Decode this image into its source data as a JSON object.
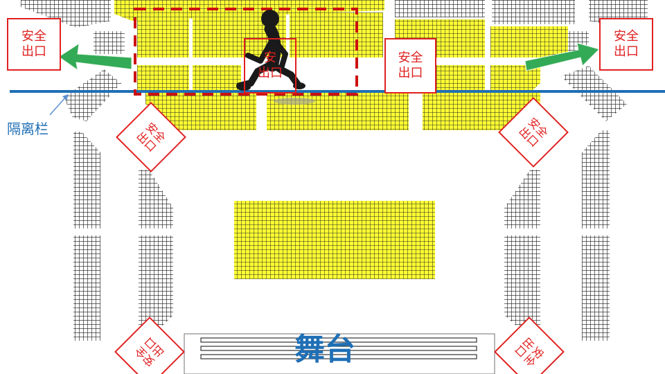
{
  "barrier_label": "隔离栏",
  "stage_label": "舞台",
  "exits": [
    {
      "id": "top-left",
      "label": "安全\n出口"
    },
    {
      "id": "top-right",
      "label": "安全\n出口"
    },
    {
      "id": "upper-center",
      "label": "安全\n出口"
    },
    {
      "id": "upper-center-partial",
      "label": "安\n出口"
    },
    {
      "id": "mid-left",
      "label": "安全\n出口"
    },
    {
      "id": "mid-right",
      "label": "安全\n出口"
    },
    {
      "id": "bottom-left",
      "label": "安全\n出口"
    },
    {
      "id": "bottom-right",
      "label": "安全\n出口"
    }
  ],
  "colors": {
    "yellow_seat": "#ffff33",
    "seat_grid": "#222222",
    "exit_red": "#e02020",
    "barrier_blue": "#1f6fb5",
    "arrow_green": "#33aa55",
    "highlight_dash": "#cc1111",
    "stage_text": "#1f6fb5"
  },
  "icons": {
    "runner": "running-figure-icon",
    "exit_arrow": "green-arrow-icon"
  }
}
